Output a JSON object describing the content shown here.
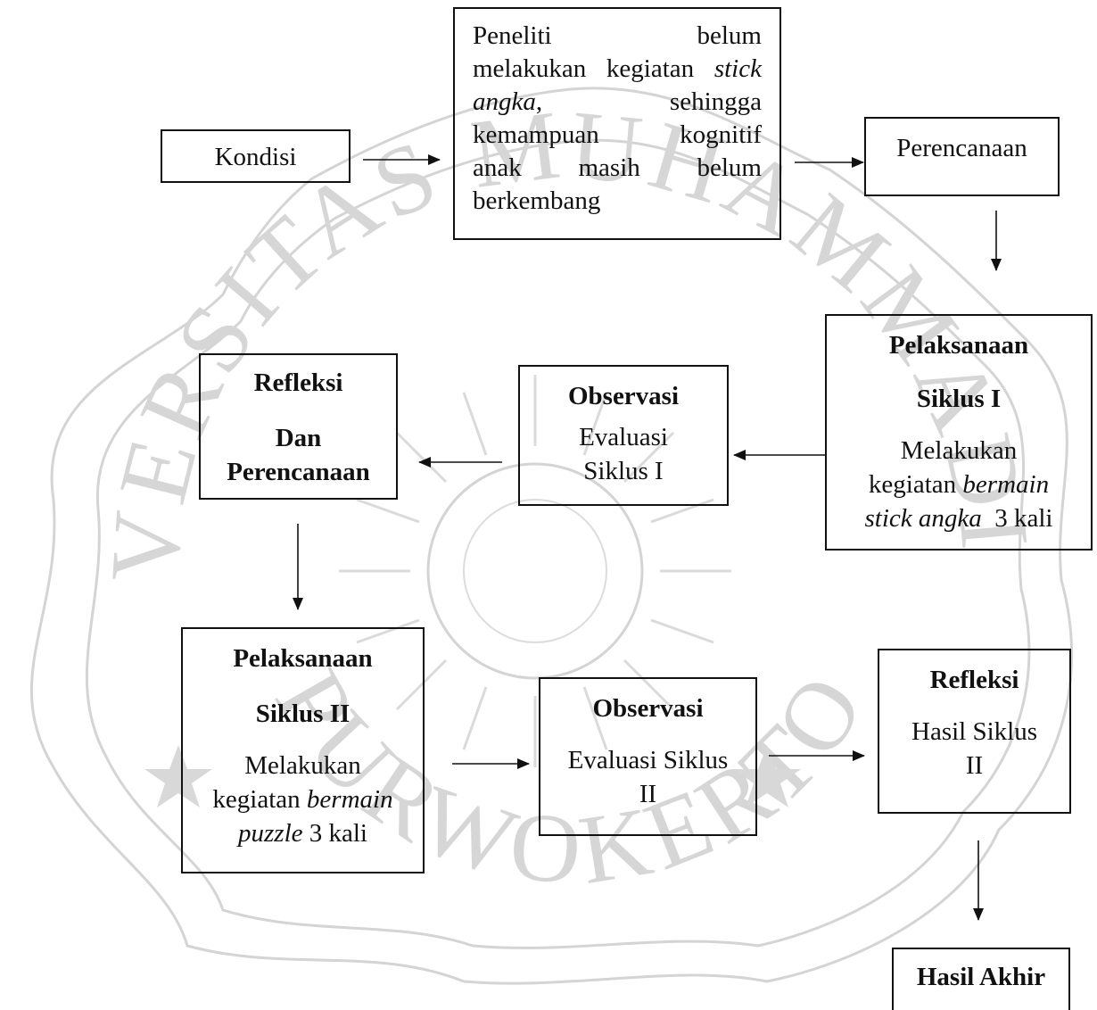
{
  "diagram": {
    "kondisi": {
      "label": "Kondisi"
    },
    "problem": {
      "line1": "Peneliti belum",
      "line2_pre": "melakukan kegiatan ",
      "line2_em": "stick",
      "line3_em": "angka",
      "line3_post": ", sehingga",
      "line4": "kemampuan kognitif",
      "line5": "anak masih belum",
      "line6": "berkembang"
    },
    "perencanaan": {
      "label": "Perencanaan"
    },
    "siklus1": {
      "title1": "Pelaksanaan",
      "title2": "Siklus I",
      "desc1": "Melakukan",
      "desc2_pre": "kegiatan ",
      "desc2_em": "bermain",
      "desc3_em": "stick angka",
      "desc3_post": "  3 kali"
    },
    "observasi1": {
      "title": "Observasi",
      "desc1": "Evaluasi",
      "desc2": "Siklus I"
    },
    "refleksi1": {
      "title1": "Refleksi",
      "title2": "Dan",
      "title3": "Perencanaan"
    },
    "siklus2": {
      "title1": "Pelaksanaan",
      "title2": "Siklus II",
      "desc1": "Melakukan",
      "desc2_pre": "kegiatan ",
      "desc2_em": "bermain",
      "desc3_em": "puzzle",
      "desc3_post": " 3 kali"
    },
    "observasi2": {
      "title": "Observasi",
      "desc1": "Evaluasi Siklus",
      "desc2": "II"
    },
    "refleksi2": {
      "title": "Refleksi",
      "desc1": "Hasil Siklus",
      "desc2": "II"
    },
    "hasil_akhir": {
      "label": "Hasil Akhir"
    }
  },
  "watermark": {
    "arc_top": "UNIVERSITAS MUHAMMADIYAH",
    "arc_bottom": "PURWOKERTO",
    "color": "#cfcfcf"
  },
  "colors": {
    "line": "#111111",
    "text": "#111111"
  }
}
